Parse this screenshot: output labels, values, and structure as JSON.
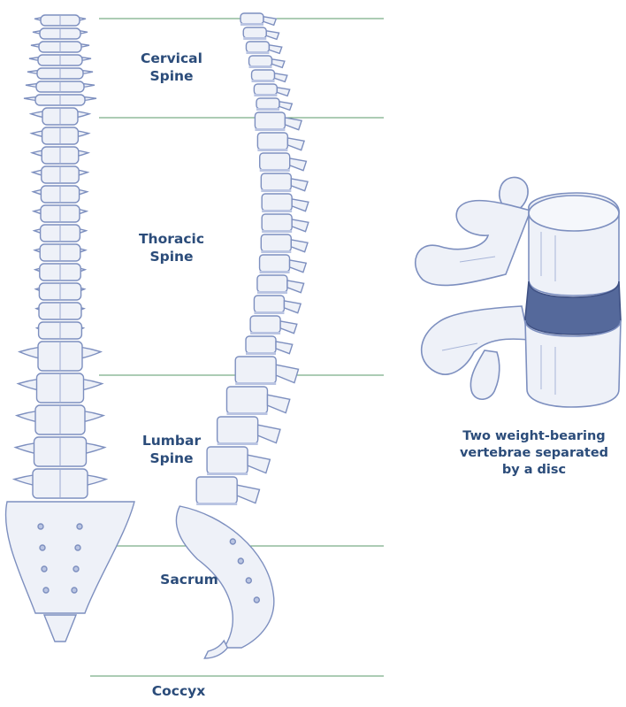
{
  "regions": {
    "cervical": {
      "line1": "Cervical",
      "line2": "Spine"
    },
    "thoracic": {
      "line1": "Thoracic",
      "line2": "Spine"
    },
    "lumbar": {
      "line1": "Lumbar",
      "line2": "Spine"
    },
    "sacrum": {
      "line1": "Sacrum"
    },
    "coccyx": {
      "line1": "Coccyx"
    }
  },
  "caption": {
    "line1": "Two weight-bearing",
    "line2": "vertebrae separated",
    "line3": "by a disc"
  },
  "colors": {
    "label_text": "#2b4c7a",
    "divider_line": "#5a9a6a",
    "bone_fill": "#eef1f8",
    "bone_stroke": "#7d8fbf",
    "disc_fill": "#55699b"
  }
}
